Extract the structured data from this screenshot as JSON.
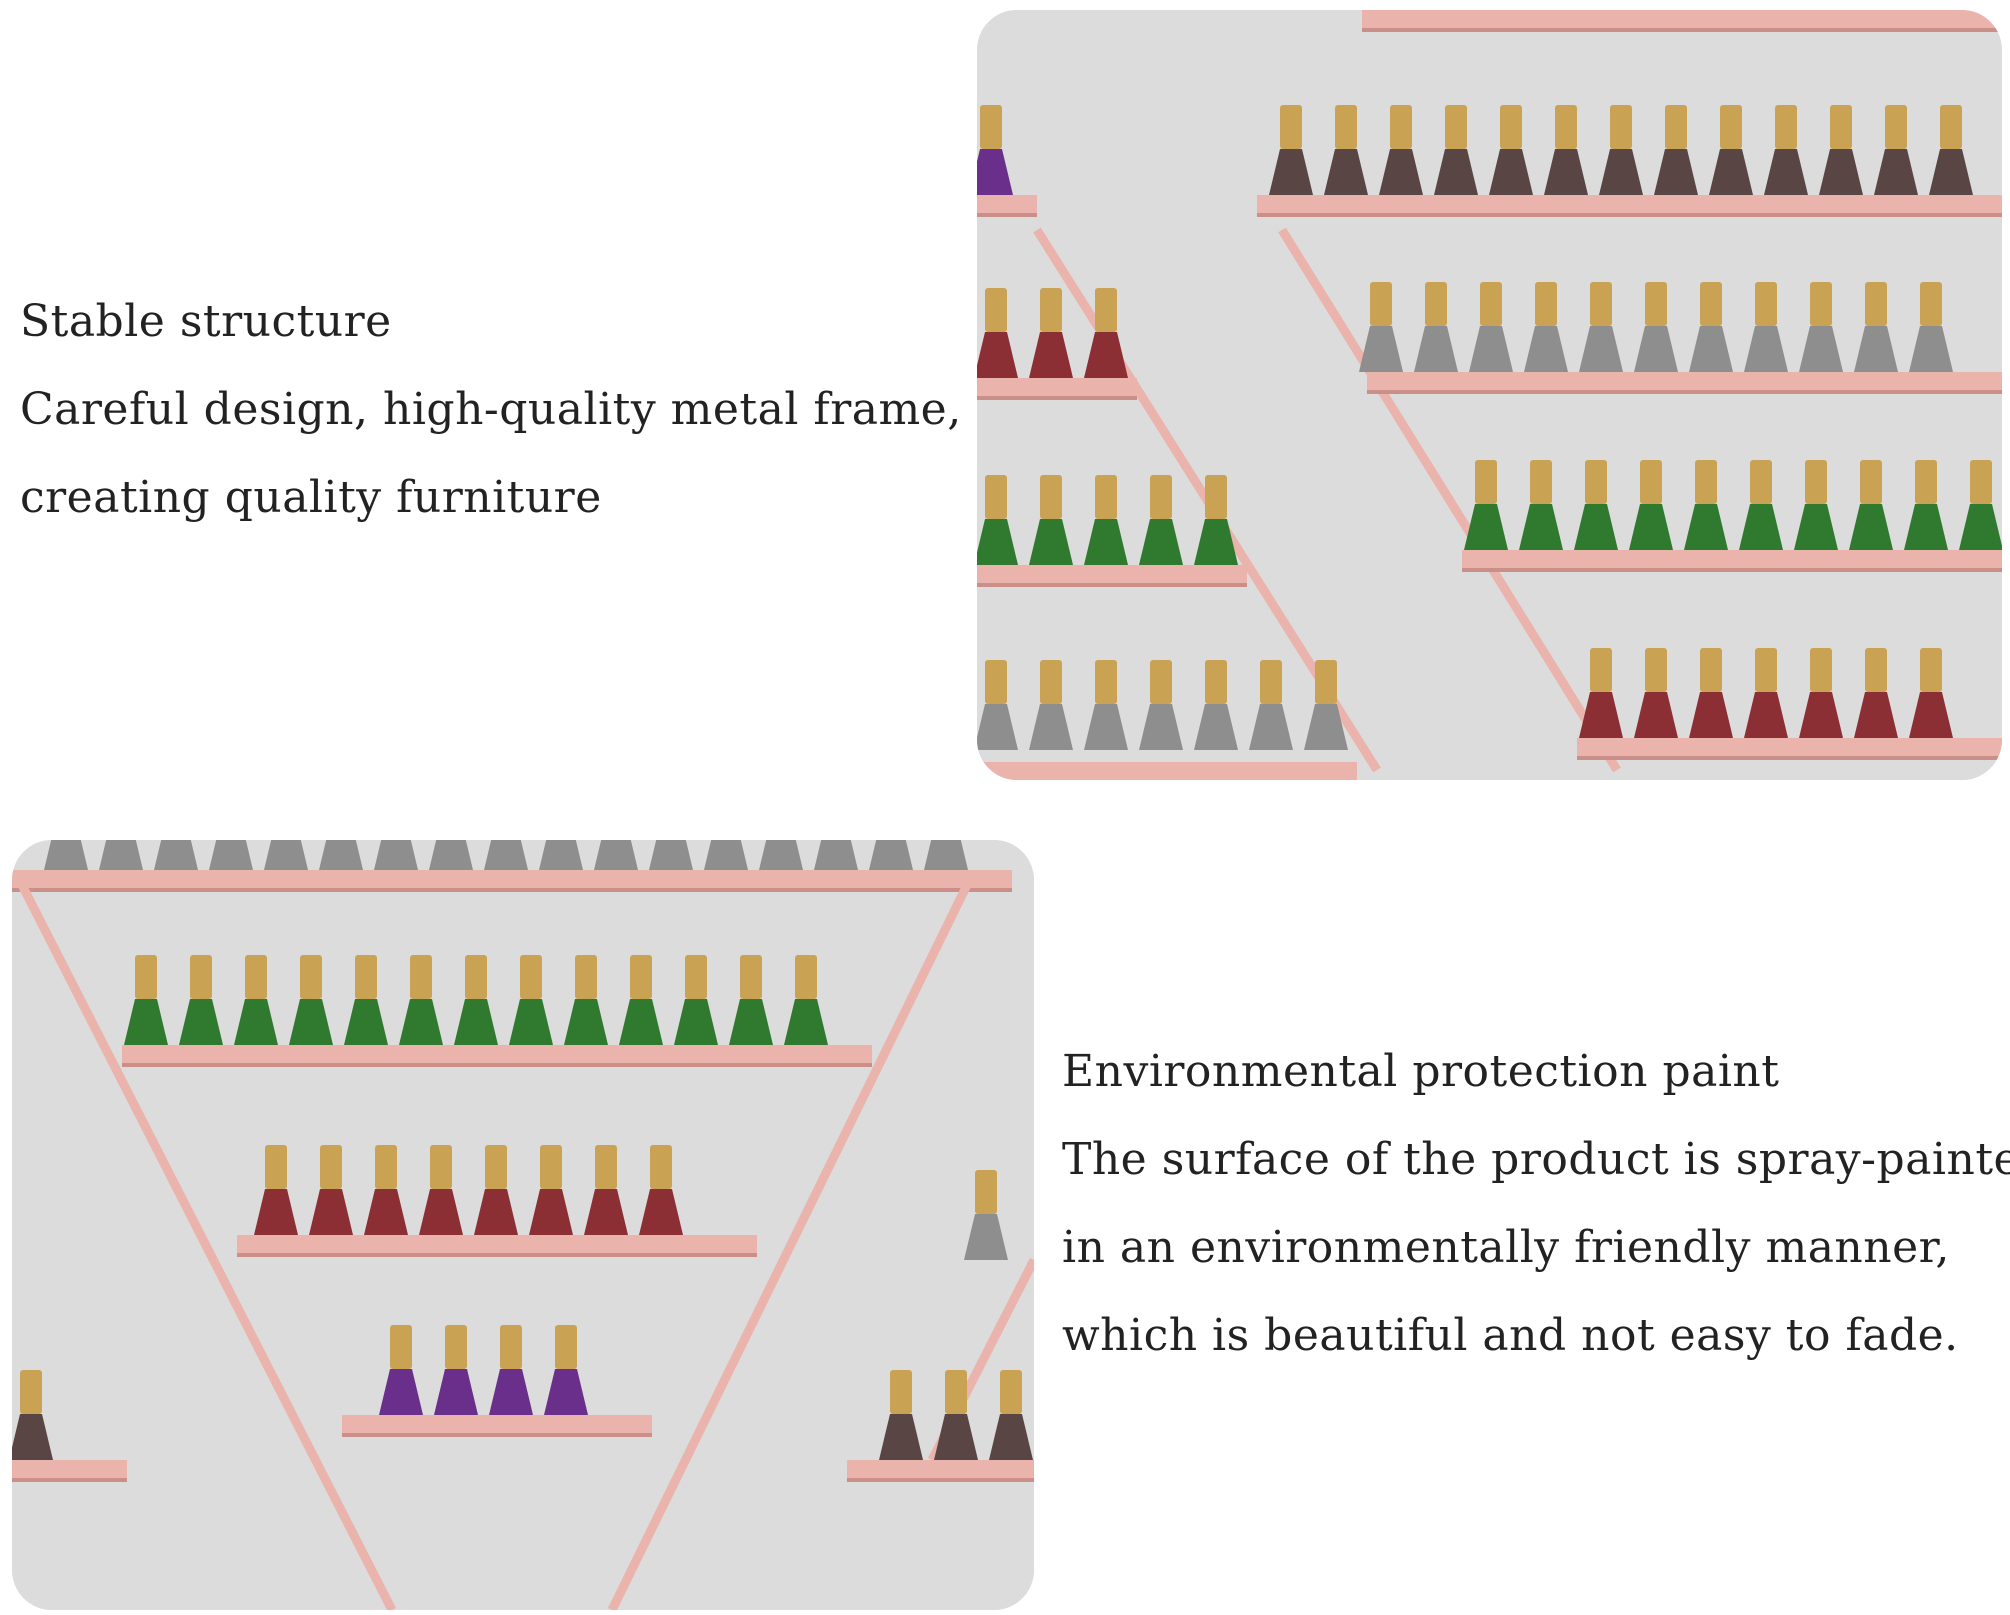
{
  "sections": [
    {
      "heading": "Stable structure",
      "lines": [
        "Careful design, high-quality metal frame,",
        "creating quality furniture"
      ]
    },
    {
      "heading": "Environmental protection paint",
      "lines": [
        "The surface of the product is spray-painted",
        "in an environmentally friendly manner,",
        "which is beautiful and not easy to fade."
      ]
    }
  ],
  "colors": {
    "wall": "#dcdcdc",
    "frame": "#eab3ac",
    "cap": "#c9a253",
    "bottle_dark": "#5a4545",
    "bottle_grey": "#8e8e8e",
    "bottle_green": "#2f7a2f",
    "bottle_red": "#8b2f35",
    "bottle_purple": "#6a2f8a"
  }
}
